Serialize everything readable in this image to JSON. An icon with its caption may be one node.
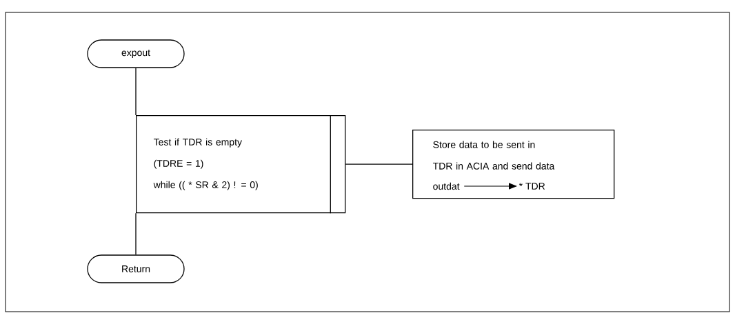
{
  "diagram": {
    "nodes": [
      {
        "text": [
          "expout"
        ]
      },
      {
        "text": [
          "Test if TDR is empty",
          "(TDRE = 1)",
          "while (( * SR & 2)  ! = 0)"
        ]
      },
      {
        "text": [
          "Store data to be sent in TDR in ACIA and send data"
        ]
      },
      {
        "text": [
          "outdat"
        ],
        "in": 2
      },
      {
        "text": [
          "* TDR"
        ],
        "in": 2
      },
      {
        "text": [
          "Return"
        ]
      }
    ],
    "edges": [
      {
        "from": 0,
        "to": 1,
        "arrow": "none"
      },
      {
        "from": 1,
        "to": 5,
        "arrow": "none"
      },
      {
        "from": 1,
        "to": 2,
        "arrow": "none"
      },
      {
        "from": 3,
        "to": 4,
        "arrow": "to"
      }
    ]
  }
}
